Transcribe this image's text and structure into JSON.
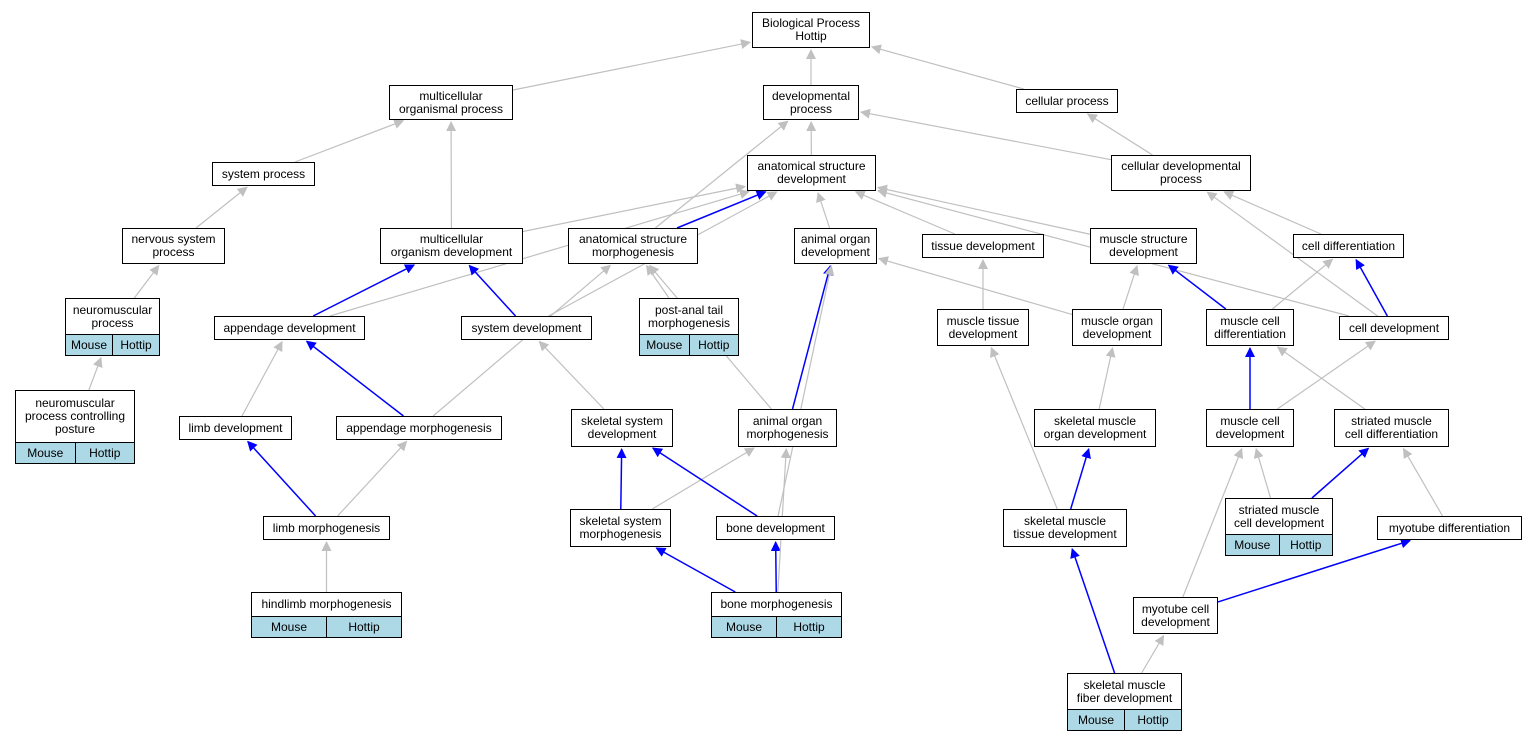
{
  "colors": {
    "default_edge": "#c0c0c0",
    "highlight_edge": "#0000ff",
    "node_border": "#000000",
    "tag_fill": "#add8e6"
  },
  "nodes": [
    {
      "id": "bp",
      "label": "Biological Process\nHottip",
      "tags": []
    },
    {
      "id": "mop",
      "label": "multicellular\norganismal process",
      "tags": []
    },
    {
      "id": "devp",
      "label": "developmental\nprocess",
      "tags": []
    },
    {
      "id": "cellp",
      "label": "cellular process",
      "tags": []
    },
    {
      "id": "asd",
      "label": "anatomical structure\ndevelopment",
      "tags": []
    },
    {
      "id": "cdp",
      "label": "cellular developmental\nprocess",
      "tags": []
    },
    {
      "id": "sysp",
      "label": "system process",
      "tags": []
    },
    {
      "id": "nsp",
      "label": "nervous system\nprocess",
      "tags": []
    },
    {
      "id": "mod",
      "label": "multicellular\norganism development",
      "tags": []
    },
    {
      "id": "asm",
      "label": "anatomical structure\nmorphogenesis",
      "tags": []
    },
    {
      "id": "aod",
      "label": "animal organ\ndevelopment",
      "tags": []
    },
    {
      "id": "td",
      "label": "tissue development",
      "tags": []
    },
    {
      "id": "msd",
      "label": "muscle structure\ndevelopment",
      "tags": []
    },
    {
      "id": "cdiff",
      "label": "cell differentiation",
      "tags": []
    },
    {
      "id": "nmp",
      "label": "neuromuscular\nprocess",
      "tags": [
        "Mouse",
        "Hottip"
      ]
    },
    {
      "id": "appd",
      "label": "appendage development",
      "tags": []
    },
    {
      "id": "sysd",
      "label": "system development",
      "tags": []
    },
    {
      "id": "patm",
      "label": "post-anal tail\nmorphogenesis",
      "tags": [
        "Mouse",
        "Hottip"
      ]
    },
    {
      "id": "mtd",
      "label": "muscle tissue\ndevelopment",
      "tags": []
    },
    {
      "id": "mod2",
      "label": "muscle organ\ndevelopment",
      "tags": []
    },
    {
      "id": "mcdiff",
      "label": "muscle cell\ndifferentiation",
      "tags": []
    },
    {
      "id": "celld",
      "label": "cell development",
      "tags": []
    },
    {
      "id": "nmpcp",
      "label": "neuromuscular\nprocess controlling\nposture",
      "tags": [
        "Mouse",
        "Hottip"
      ]
    },
    {
      "id": "limbd",
      "label": "limb development",
      "tags": []
    },
    {
      "id": "appm",
      "label": "appendage morphogenesis",
      "tags": []
    },
    {
      "id": "ssd",
      "label": "skeletal system\ndevelopment",
      "tags": []
    },
    {
      "id": "aom",
      "label": "animal organ\nmorphogenesis",
      "tags": []
    },
    {
      "id": "smod",
      "label": "skeletal muscle\norgan development",
      "tags": []
    },
    {
      "id": "mcd",
      "label": "muscle cell\ndevelopment",
      "tags": []
    },
    {
      "id": "smcdiff",
      "label": "striated muscle\ncell differentiation",
      "tags": []
    },
    {
      "id": "limbm",
      "label": "limb morphogenesis",
      "tags": []
    },
    {
      "id": "ssm",
      "label": "skeletal system\nmorphogenesis",
      "tags": []
    },
    {
      "id": "boned",
      "label": "bone development",
      "tags": []
    },
    {
      "id": "smtd",
      "label": "skeletal muscle\ntissue development",
      "tags": []
    },
    {
      "id": "smcd",
      "label": "striated muscle\ncell development",
      "tags": [
        "Mouse",
        "Hottip"
      ]
    },
    {
      "id": "mytd",
      "label": "myotube differentiation",
      "tags": []
    },
    {
      "id": "hlm",
      "label": "hindlimb morphogenesis",
      "tags": [
        "Mouse",
        "Hottip"
      ]
    },
    {
      "id": "bonem",
      "label": "bone morphogenesis",
      "tags": [
        "Mouse",
        "Hottip"
      ]
    },
    {
      "id": "mycd",
      "label": "myotube cell\ndevelopment",
      "tags": []
    },
    {
      "id": "smfd",
      "label": "skeletal muscle\nfiber development",
      "tags": [
        "Mouse",
        "Hottip"
      ]
    }
  ],
  "edges": [
    [
      "mop",
      "bp",
      false
    ],
    [
      "devp",
      "bp",
      false
    ],
    [
      "cellp",
      "bp",
      false
    ],
    [
      "asd",
      "devp",
      false
    ],
    [
      "cdp",
      "devp",
      false
    ],
    [
      "cdp",
      "cellp",
      false
    ],
    [
      "sysp",
      "mop",
      false
    ],
    [
      "nsp",
      "sysp",
      false
    ],
    [
      "nmp",
      "nsp",
      false
    ],
    [
      "nmpcp",
      "nmp",
      false
    ],
    [
      "mod",
      "mop",
      false
    ],
    [
      "mod",
      "asd",
      false
    ],
    [
      "asm",
      "asd",
      true
    ],
    [
      "asm",
      "devp",
      false
    ],
    [
      "aod",
      "asd",
      false
    ],
    [
      "td",
      "asd",
      false
    ],
    [
      "msd",
      "asd",
      false
    ],
    [
      "cdiff",
      "cdp",
      false
    ],
    [
      "celld",
      "cdp",
      false
    ],
    [
      "celld",
      "cdiff",
      true
    ],
    [
      "celld",
      "asd",
      false
    ],
    [
      "appd",
      "asd",
      false
    ],
    [
      "appd",
      "mod",
      true
    ],
    [
      "sysd",
      "asd",
      false
    ],
    [
      "sysd",
      "mod",
      true
    ],
    [
      "patm",
      "asm",
      false
    ],
    [
      "mtd",
      "td",
      false
    ],
    [
      "mod2",
      "aod",
      false
    ],
    [
      "mod2",
      "msd",
      false
    ],
    [
      "mcdiff",
      "msd",
      true
    ],
    [
      "mcdiff",
      "cdiff",
      false
    ],
    [
      "limbd",
      "appd",
      false
    ],
    [
      "appm",
      "appd",
      true
    ],
    [
      "appm",
      "asm",
      false
    ],
    [
      "ssd",
      "sysd",
      false
    ],
    [
      "aom",
      "aod",
      true
    ],
    [
      "aom",
      "asm",
      false
    ],
    [
      "smod",
      "mod2",
      false
    ],
    [
      "mcd",
      "mcdiff",
      true
    ],
    [
      "mcd",
      "celld",
      false
    ],
    [
      "smcdiff",
      "mcdiff",
      false
    ],
    [
      "limbm",
      "limbd",
      true
    ],
    [
      "limbm",
      "appm",
      false
    ],
    [
      "ssm",
      "ssd",
      true
    ],
    [
      "ssm",
      "aom",
      false
    ],
    [
      "boned",
      "ssd",
      true
    ],
    [
      "boned",
      "aod",
      false
    ],
    [
      "smtd",
      "mtd",
      false
    ],
    [
      "smtd",
      "smod",
      true
    ],
    [
      "smcd",
      "mcd",
      false
    ],
    [
      "smcd",
      "smcdiff",
      true
    ],
    [
      "mytd",
      "smcdiff",
      false
    ],
    [
      "hlm",
      "limbm",
      false
    ],
    [
      "bonem",
      "ssm",
      true
    ],
    [
      "bonem",
      "boned",
      true
    ],
    [
      "bonem",
      "aom",
      false
    ],
    [
      "mycd",
      "mcd",
      false
    ],
    [
      "mycd",
      "mytd",
      true
    ],
    [
      "smfd",
      "smtd",
      true
    ],
    [
      "smfd",
      "mycd",
      false
    ]
  ]
}
